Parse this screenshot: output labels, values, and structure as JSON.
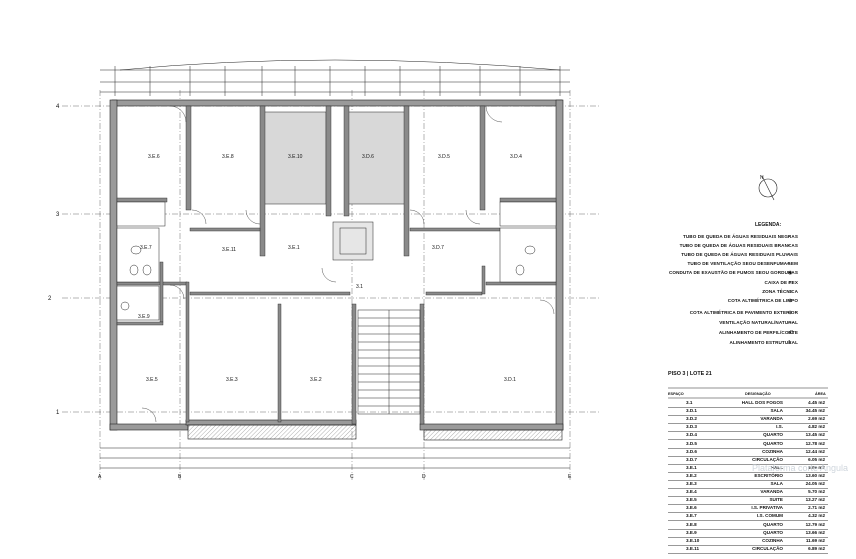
{
  "plan": {
    "grid_rows": [
      "4",
      "3",
      "2",
      "1"
    ],
    "grid_cols": [
      "A",
      "B",
      "C",
      "D",
      "E"
    ],
    "rooms": [
      {
        "id": "3.E.6",
        "label": "3.E.6"
      },
      {
        "id": "3.E.8",
        "label": "3.E.8"
      },
      {
        "id": "3.E.10",
        "label": "3.E.10"
      },
      {
        "id": "3.D.6",
        "label": "3.D.6"
      },
      {
        "id": "3.D.5",
        "label": "3.D.5"
      },
      {
        "id": "3.D.4",
        "label": "3.D.4"
      },
      {
        "id": "3.E.7",
        "label": "3.E.7"
      },
      {
        "id": "3.E.11",
        "label": "3.E.11"
      },
      {
        "id": "3.E.1",
        "label": "3.E.1"
      },
      {
        "id": "3.D.7",
        "label": "3.D.7"
      },
      {
        "id": "3.E.9",
        "label": "3.E.9"
      },
      {
        "id": "3.E.5",
        "label": "3.E.5"
      },
      {
        "id": "3.E.3",
        "label": "3.E.3"
      },
      {
        "id": "3.E.2",
        "label": "3.E.2"
      },
      {
        "id": "3.D.1",
        "label": "3.D.1"
      },
      {
        "id": "3.1",
        "label": "3.1"
      }
    ],
    "north_label": "N"
  },
  "legend": {
    "title": "LEGENDA:",
    "items": [
      {
        "label": "TUBO DE QUEDA DE ÁGUAS RESIDUAIS NEGRAS",
        "symbol": "•"
      },
      {
        "label": "TUBO DE QUEDA DE ÁGUAS RESIDUAIS BRANCAS",
        "symbol": "•"
      },
      {
        "label": "TUBO DE QUEDA DE ÁGUAS RESIDUAIS PLUVIAIS",
        "symbol": "•"
      },
      {
        "label": "TUBO DE VENTILAÇÃO SEOU DESENFUMAGEM",
        "symbol": "•"
      },
      {
        "label": "CONDUTA DE EXAUSTÃO DE FUMOS SEOU GORDURAS",
        "symbol": "◉"
      },
      {
        "label": "CAIXA DE PEX",
        "symbol": "▭"
      },
      {
        "label": "ZONA TÉCNICA",
        "symbol": "▭"
      },
      {
        "label": "COTA ALTIMÉTRICA DE LIMPO",
        "symbol": "⊖"
      },
      {
        "label": "COTA ALTIMÉTRICA DE PAVIMENTO EXTERIOR",
        "symbol": "⊖"
      },
      {
        "label": "VENTILAÇÃO NATURAL/NATURAL",
        "symbol": "┄┄"
      },
      {
        "label": "ALINHAMENTO DE PERFIL/CORTE",
        "symbol": "d1"
      },
      {
        "label": "ALINHAMENTO ESTRUTURAL",
        "symbol": "1"
      }
    ]
  },
  "table": {
    "title": "PISO 3 | LOTE 21",
    "headers": [
      "ESPAÇO",
      "DESIGNAÇÃO",
      "ÁREA"
    ],
    "rows": [
      {
        "code": "3.1",
        "name": "HALL DOS FOGOS",
        "area": "4.45 m2"
      },
      {
        "code": "3.D.1",
        "name": "SALA",
        "area": "34.45 m2"
      },
      {
        "code": "3.D.2",
        "name": "VARANDA",
        "area": "2.69 m2"
      },
      {
        "code": "3.D.3",
        "name": "I.S.",
        "area": "4.82 m2"
      },
      {
        "code": "3.D.4",
        "name": "QUARTO",
        "area": "13.45 m2"
      },
      {
        "code": "3.D.5",
        "name": "QUARTO",
        "area": "12.78 m2"
      },
      {
        "code": "3.D.6",
        "name": "COZINHA",
        "area": "12.44 m2"
      },
      {
        "code": "3.D.7",
        "name": "CIRCULAÇÃO",
        "area": "6.05 m2"
      },
      {
        "code": "3.E.1",
        "name": "HALL",
        "area": "6.59 m2"
      },
      {
        "code": "3.E.2",
        "name": "ESCRITÓRIO",
        "area": "13.60 m2"
      },
      {
        "code": "3.E.3",
        "name": "SALA",
        "area": "24.05 m2"
      },
      {
        "code": "3.E.4",
        "name": "VARANDA",
        "area": "5.70 m2"
      },
      {
        "code": "3.E.5",
        "name": "SUITE",
        "area": "13.27 m2"
      },
      {
        "code": "3.E.6",
        "name": "I.S. PRIVATIVA",
        "area": "2.71 m2"
      },
      {
        "code": "3.E.7",
        "name": "I.S. COMUM",
        "area": "4.32 m2"
      },
      {
        "code": "3.E.8",
        "name": "QUARTO",
        "area": "12.79 m2"
      },
      {
        "code": "3.E.9",
        "name": "QUARTO",
        "area": "13.66 m2"
      },
      {
        "code": "3.E.10",
        "name": "COZINHA",
        "area": "11.69 m2"
      },
      {
        "code": "3.E.11",
        "name": "CIRCULAÇÃO",
        "area": "6.89 m2"
      }
    ]
  },
  "watermark": "Plataforma corte Angula"
}
